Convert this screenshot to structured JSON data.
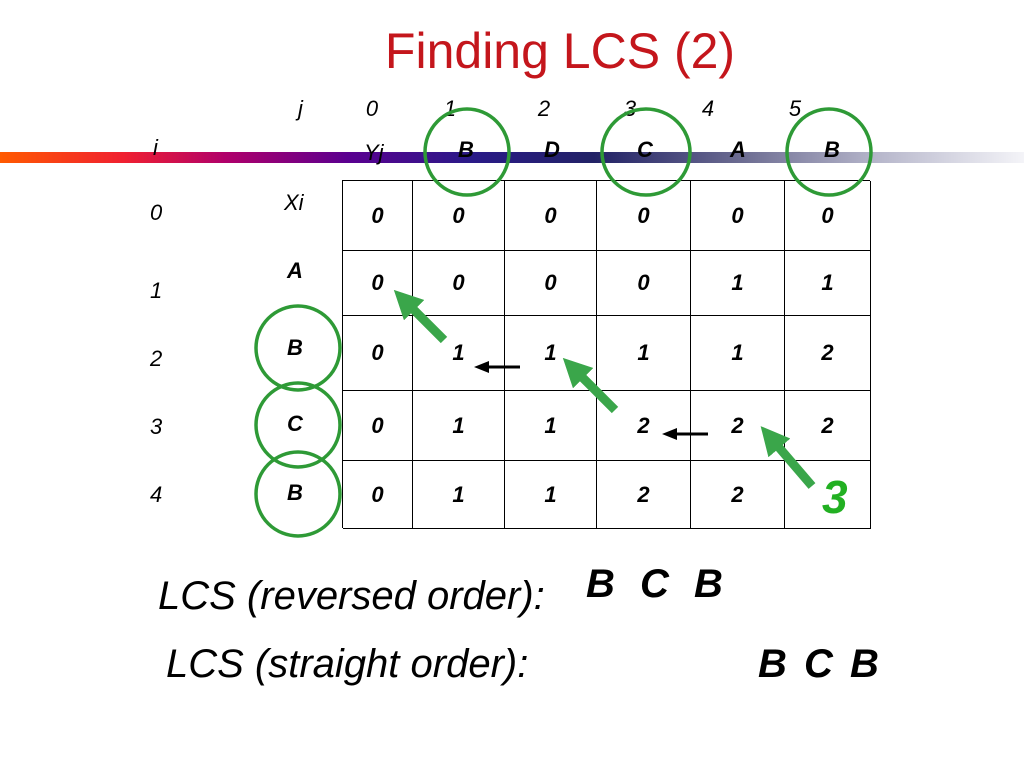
{
  "title": "Finding LCS (2)",
  "labels": {
    "j": "j",
    "i": "i",
    "yj": "Yj",
    "xi": "Xi"
  },
  "j_indices": [
    "0",
    "1",
    "2",
    "3",
    "4",
    "5"
  ],
  "y_letters": [
    "B",
    "D",
    "C",
    "A",
    "B"
  ],
  "i_indices": [
    "0",
    "1",
    "2",
    "3",
    "4"
  ],
  "x_letters": [
    "A",
    "B",
    "C",
    "B"
  ],
  "table": [
    [
      "0",
      "0",
      "0",
      "0",
      "0",
      "0"
    ],
    [
      "0",
      "0",
      "0",
      "0",
      "1",
      "1"
    ],
    [
      "0",
      "1",
      "1",
      "1",
      "1",
      "2"
    ],
    [
      "0",
      "1",
      "1",
      "2",
      "2",
      "2"
    ],
    [
      "0",
      "1",
      "1",
      "2",
      "2",
      "3"
    ]
  ],
  "highlight_value": "3",
  "lcs_reversed_label": "LCS (reversed order):",
  "lcs_reversed_value": "B C B",
  "lcs_straight_label": "LCS (straight order):",
  "lcs_straight_value": "B C B",
  "colors": {
    "title": "#c4161c",
    "highlight": "#22b022",
    "circle": "#2e9a36",
    "arrow": "#3aa64a"
  }
}
